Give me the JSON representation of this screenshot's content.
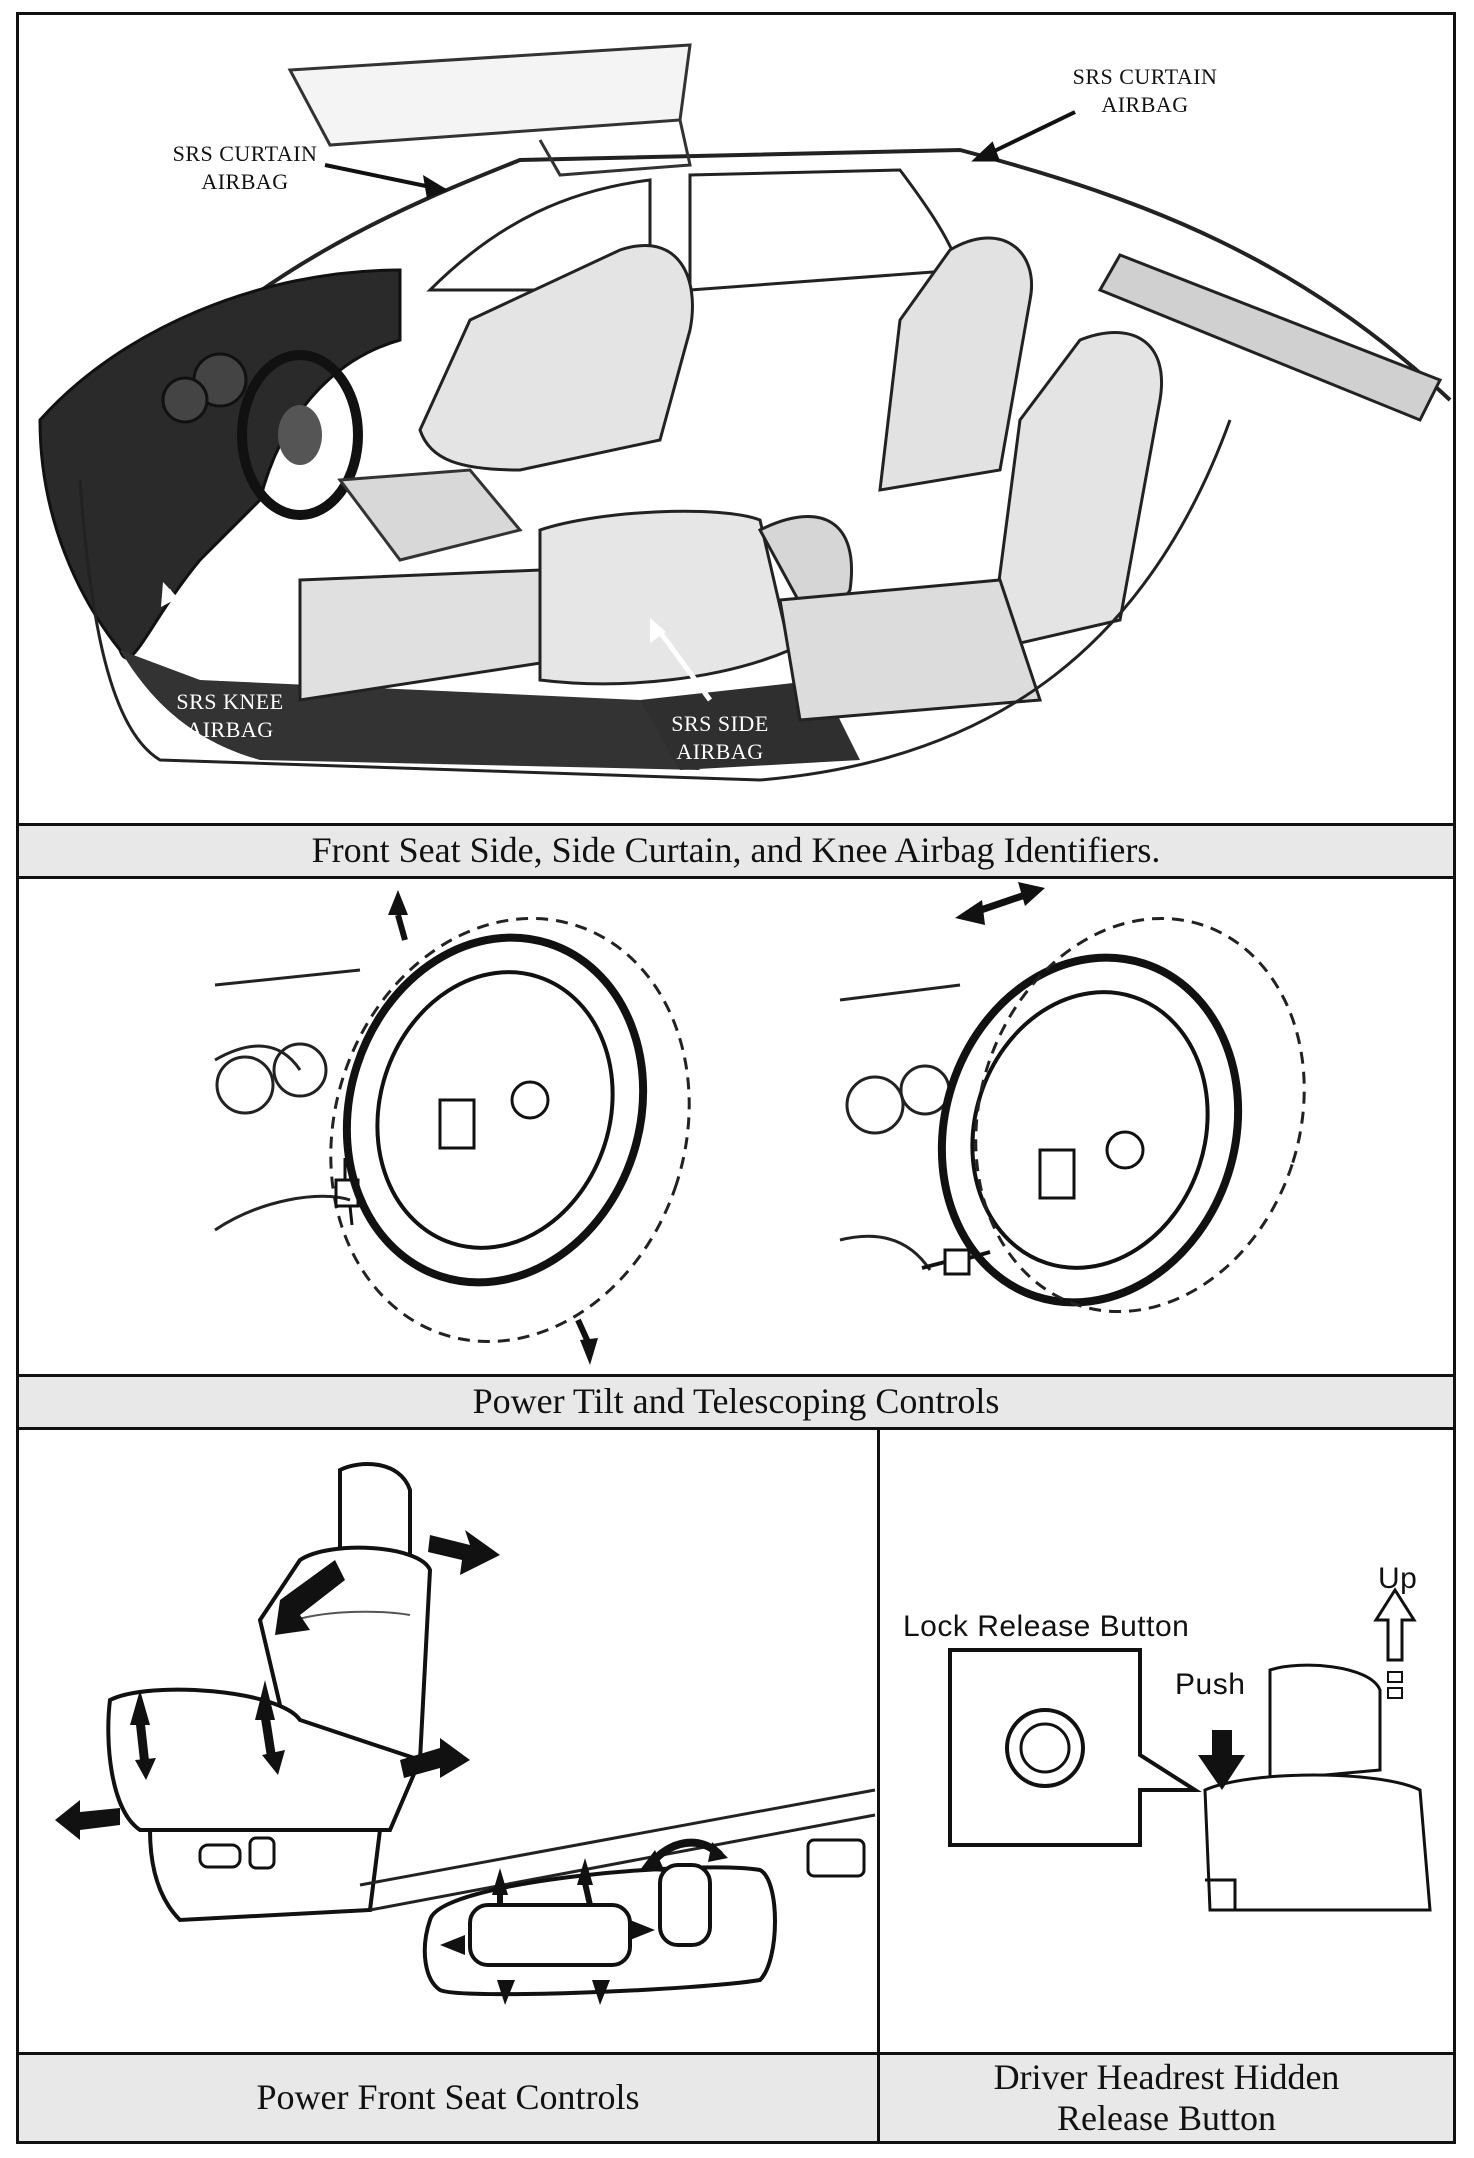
{
  "panel1": {
    "labels": {
      "curtain_left": [
        "SRS CURTAIN",
        "AIRBAG"
      ],
      "curtain_right": [
        "SRS CURTAIN",
        "AIRBAG"
      ],
      "knee": [
        "SRS KNEE",
        "AIRBAG"
      ],
      "side": [
        "SRS SIDE",
        "AIRBAG"
      ]
    },
    "caption": "Front Seat Side, Side Curtain, and Knee Airbag Identifiers."
  },
  "panel2": {
    "caption": "Power Tilt and Telescoping Controls"
  },
  "panel3": {
    "caption": "Power Front Seat Controls"
  },
  "panel4": {
    "labels": {
      "lock_release": "Lock Release Button",
      "push": "Push",
      "up": "Up"
    },
    "caption": [
      "Driver Headrest Hidden",
      "Release Button"
    ]
  }
}
